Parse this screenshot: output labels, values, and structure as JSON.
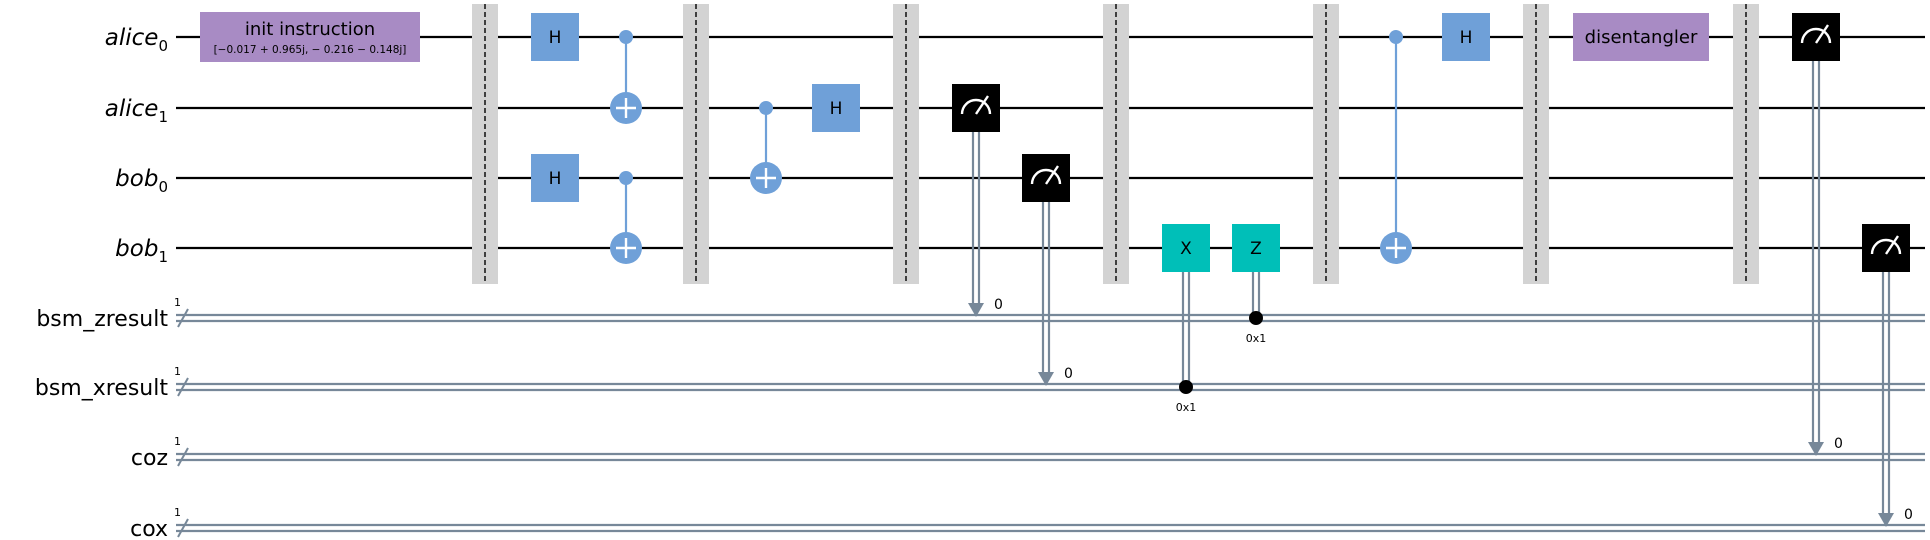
{
  "colors": {
    "wire": "#000000",
    "classical_wire": "#778899",
    "gate_blue": "#6fa0d8",
    "gate_purple": "#a88bc4",
    "gate_teal": "#00bfb8",
    "barrier_fill": "#d3d3d3",
    "measure_box": "#000000",
    "measure_symbol": "#ffffff",
    "conditional_dot": "#000000"
  },
  "qubits": [
    {
      "name": "alice",
      "sub": "0"
    },
    {
      "name": "alice",
      "sub": "1"
    },
    {
      "name": "bob",
      "sub": "0"
    },
    {
      "name": "bob",
      "sub": "1"
    }
  ],
  "clbits": [
    {
      "name": "bsm_zresult",
      "width": "1"
    },
    {
      "name": "bsm_xresult",
      "width": "1"
    },
    {
      "name": "coz",
      "width": "1"
    },
    {
      "name": "cox",
      "width": "1"
    }
  ],
  "operations": [
    {
      "type": "block",
      "label": "init instruction",
      "param": "[−0.017 + 0.965j, − 0.216 − 0.148j]",
      "qubit": 0,
      "col": 0,
      "color": "purple"
    },
    {
      "type": "barrier",
      "col": 1
    },
    {
      "type": "gate",
      "label": "H",
      "qubit": 0,
      "col": 2,
      "color": "blue"
    },
    {
      "type": "gate",
      "label": "H",
      "qubit": 2,
      "col": 2,
      "color": "blue"
    },
    {
      "type": "cx",
      "control": 0,
      "target": 1,
      "col": 3
    },
    {
      "type": "cx",
      "control": 2,
      "target": 3,
      "col": 3
    },
    {
      "type": "barrier",
      "col": 4
    },
    {
      "type": "cx",
      "control": 1,
      "target": 2,
      "col": 5
    },
    {
      "type": "gate",
      "label": "H",
      "qubit": 1,
      "col": 6,
      "color": "blue"
    },
    {
      "type": "barrier",
      "col": 7
    },
    {
      "type": "measure",
      "qubit": 1,
      "clbit": 0,
      "bit": "0",
      "col": 8
    },
    {
      "type": "measure",
      "qubit": 2,
      "clbit": 1,
      "bit": "0",
      "col": 9
    },
    {
      "type": "barrier",
      "col": 10
    },
    {
      "type": "cgate",
      "label": "X",
      "qubit": 3,
      "clbit": 1,
      "value": "0x1",
      "col": 11,
      "color": "teal"
    },
    {
      "type": "cgate",
      "label": "Z",
      "qubit": 3,
      "clbit": 0,
      "value": "0x1",
      "col": 12,
      "color": "teal"
    },
    {
      "type": "barrier",
      "col": 13
    },
    {
      "type": "cx",
      "control": 0,
      "target": 3,
      "col": 14
    },
    {
      "type": "gate",
      "label": "H",
      "qubit": 0,
      "col": 15,
      "color": "blue"
    },
    {
      "type": "barrier",
      "col": 16
    },
    {
      "type": "block",
      "label": "disentangler",
      "qubit": 0,
      "col": 17,
      "color": "purple"
    },
    {
      "type": "barrier",
      "col": 18
    },
    {
      "type": "measure",
      "qubit": 0,
      "clbit": 2,
      "bit": "0",
      "col": 19
    },
    {
      "type": "measure",
      "qubit": 3,
      "clbit": 3,
      "bit": "0",
      "col": 20
    }
  ]
}
